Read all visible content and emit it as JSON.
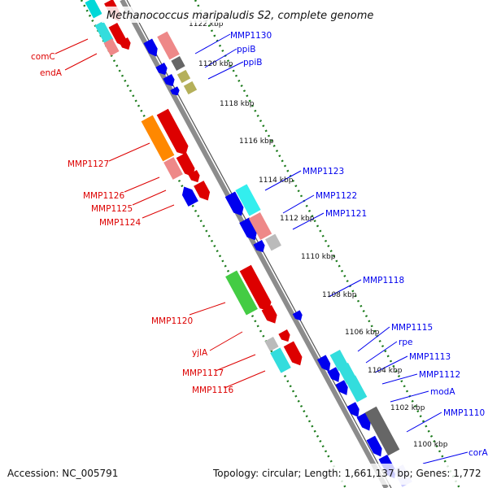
{
  "title": "Methanococcus maripaludis S2, complete genome",
  "footer": {
    "accession": "Accession: NC_005791",
    "info": "Topology: circular; Length: 1,661,137 bp; Genes: 1,772"
  },
  "colors": {
    "forward": "#0000ee",
    "reverse": "#dd0000",
    "backbone": "#8c8c8c",
    "ticks": "#1a7a1a"
  },
  "tick_labels": [
    "1122 kbp",
    "1120 kbp",
    "1118 kbp",
    "1116 kbp",
    "1114 kbp",
    "1112 kbp",
    "1110 kbp",
    "1108 kbp",
    "1106 kbp",
    "1104 kbp",
    "1102 kbp",
    "1100 kbp"
  ],
  "genes_right": [
    "MMP1130",
    "ppiB",
    "ppiB",
    "MMP1123",
    "MMP1122",
    "MMP1121",
    "MMP1118",
    "MMP1115",
    "rpe",
    "MMP1113",
    "MMP1112",
    "modA",
    "MMP1110",
    "corA"
  ],
  "genes_left": [
    "comC",
    "endA",
    "MMP1127",
    "MMP1126",
    "MMP1125",
    "MMP1124",
    "MMP1120",
    "yjlA",
    "MMP1117",
    "MMP1116"
  ]
}
